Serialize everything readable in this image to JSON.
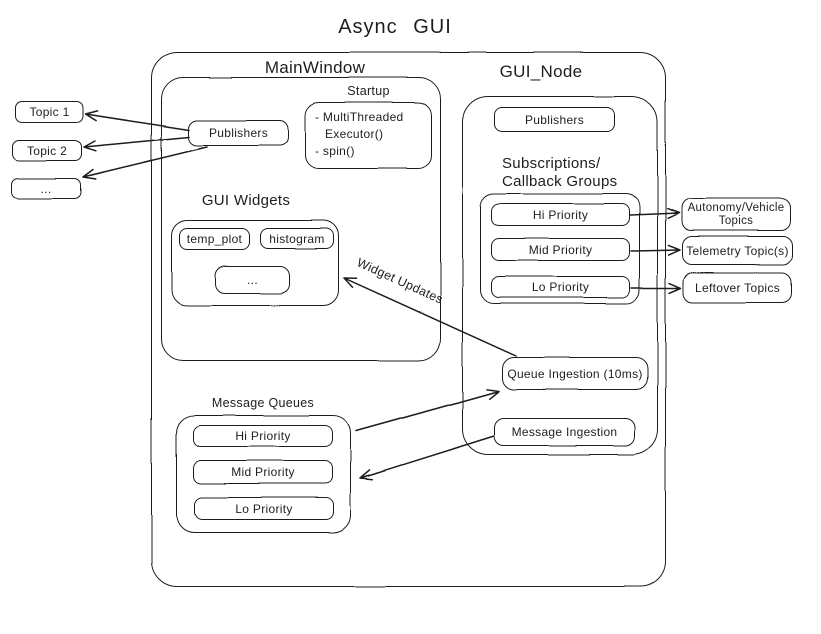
{
  "title": "Async GUI",
  "colors": {
    "stroke": "#1e1e1e",
    "background": "#ffffff"
  },
  "main_window": {
    "label": "MainWindow",
    "publishers_label": "Publishers",
    "startup": {
      "label": "Startup",
      "lines": [
        "- MultiThreaded",
        "Executor()",
        "- spin()"
      ]
    },
    "gui_widgets": {
      "label": "GUI Widgets",
      "items": [
        "temp_plot",
        "histogram",
        "..."
      ]
    },
    "message_queues": {
      "label": "Message Queues",
      "items": [
        "Hi Priority",
        "Mid Priority",
        "Lo Priority"
      ]
    }
  },
  "gui_node": {
    "label": "GUI_Node",
    "publishers_label": "Publishers",
    "subscriptions_heading": [
      "Subscriptions/",
      "Callback Groups"
    ],
    "callback_groups": [
      "Hi Priority",
      "Mid Priority",
      "Lo Priority"
    ],
    "queue_ingestion_label": "Queue Ingestion (10ms)",
    "message_ingestion_label": "Message Ingestion"
  },
  "left_topics": [
    "Topic 1",
    "Topic 2",
    "..."
  ],
  "right_topics": [
    "Autonomy/Vehicle Topics",
    "Telemetry Topic(s)",
    "Leftover Topics"
  ],
  "edge_labels": {
    "widget_updates": "Widget Updates"
  }
}
